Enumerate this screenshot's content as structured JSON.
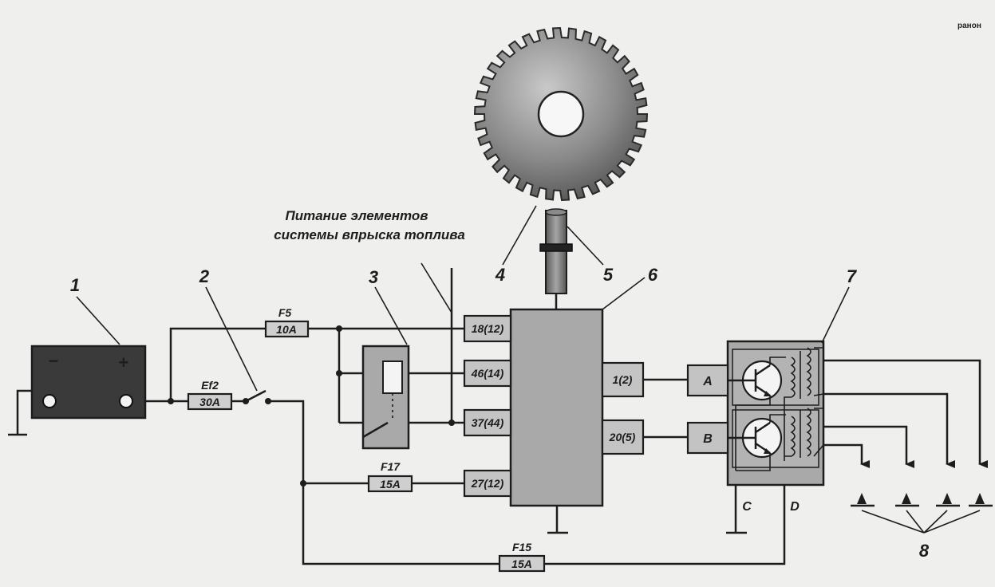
{
  "diagram": {
    "caption": [
      "Питание элементов",
      "системы впрыска топлива"
    ],
    "callouts": [
      "1",
      "2",
      "3",
      "4",
      "5",
      "6",
      "7",
      "8"
    ],
    "fuses": {
      "f5": {
        "name": "F5",
        "rating": "10A"
      },
      "ef2": {
        "name": "Ef2",
        "rating": "30A"
      },
      "f17": {
        "name": "F17",
        "rating": "15A"
      },
      "f15": {
        "name": "F15",
        "rating": "15A"
      }
    },
    "ecu_pins": {
      "left": [
        "18(12)",
        "46(14)",
        "37(44)",
        "27(12)"
      ],
      "right": [
        "1(2)",
        "20(5)"
      ]
    },
    "coil": {
      "inputs": [
        "A",
        "B"
      ],
      "terminals": [
        "C",
        "D"
      ]
    },
    "battery": {
      "minus": "−",
      "plus": "+"
    },
    "logo": "ранон"
  },
  "colors": {
    "background": "#efefee",
    "ink": "#1d1d1d",
    "battery": "#3a3a3a",
    "module": "#a9a9a9",
    "terminal": "#c4c4c4"
  }
}
